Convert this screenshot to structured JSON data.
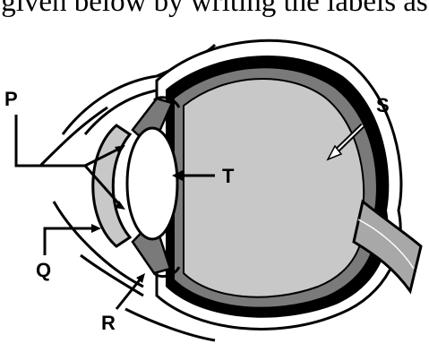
{
  "header_text": "given below by writing the labels as",
  "labels": {
    "p": "P",
    "q": "Q",
    "r": "R",
    "s": "S",
    "t": "T"
  },
  "colors": {
    "outline": "#000000",
    "fill_gray": "#c8c8c8",
    "background": "#ffffff",
    "dark_layer": "#000000"
  }
}
